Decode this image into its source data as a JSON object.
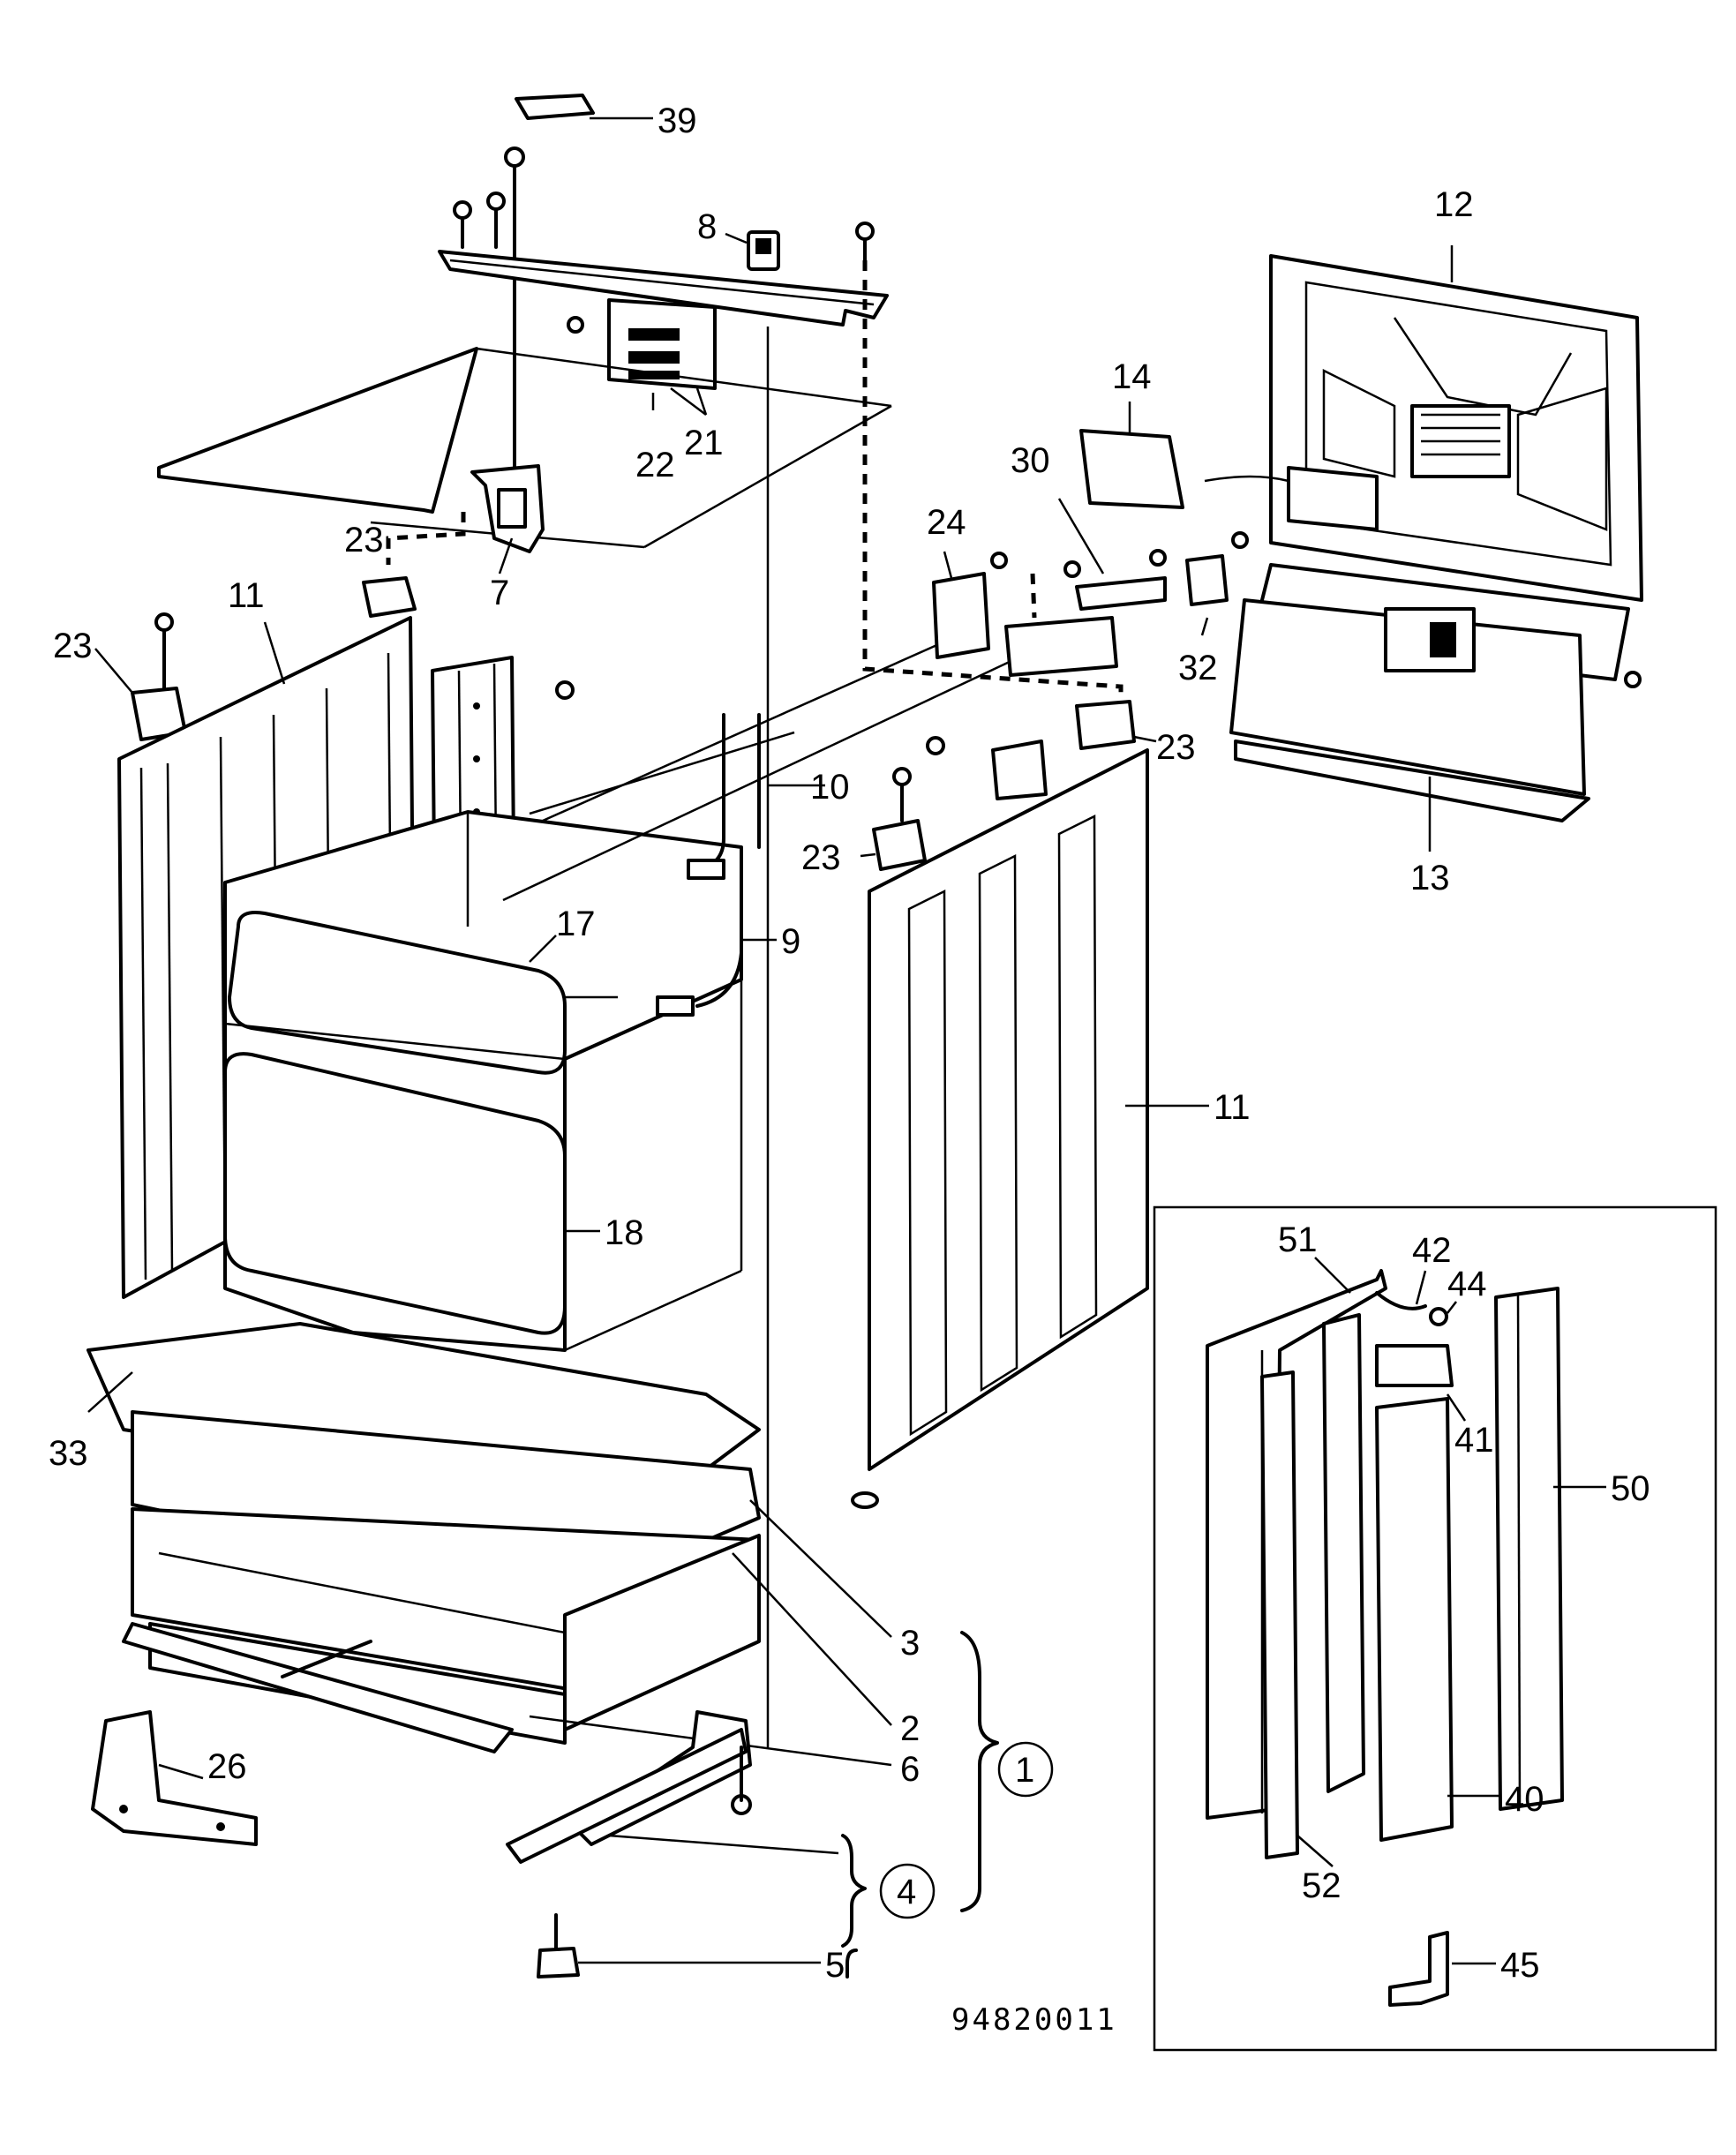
{
  "callouts": {
    "c39": "39",
    "c8": "8",
    "c12": "12",
    "c14": "14",
    "c21": "21",
    "c22": "22",
    "c30": "30",
    "c24": "24",
    "c7": "7",
    "c23a": "23",
    "c23b": "23",
    "c23c": "23",
    "c23d": "23",
    "c11a": "11",
    "c11b": "11",
    "c10": "10",
    "c9": "9",
    "c17": "17",
    "c18": "18",
    "c32": "32",
    "c13": "13",
    "c33": "33",
    "c3": "3",
    "c2": "2",
    "c6": "6",
    "c26": "26",
    "c5": "5",
    "c1": "1",
    "c4": "4",
    "c51": "51",
    "c42": "42",
    "c44": "44",
    "c41": "41",
    "c50": "50",
    "c40": "40",
    "c52": "52",
    "c45": "45"
  },
  "reference_code": "94820011"
}
